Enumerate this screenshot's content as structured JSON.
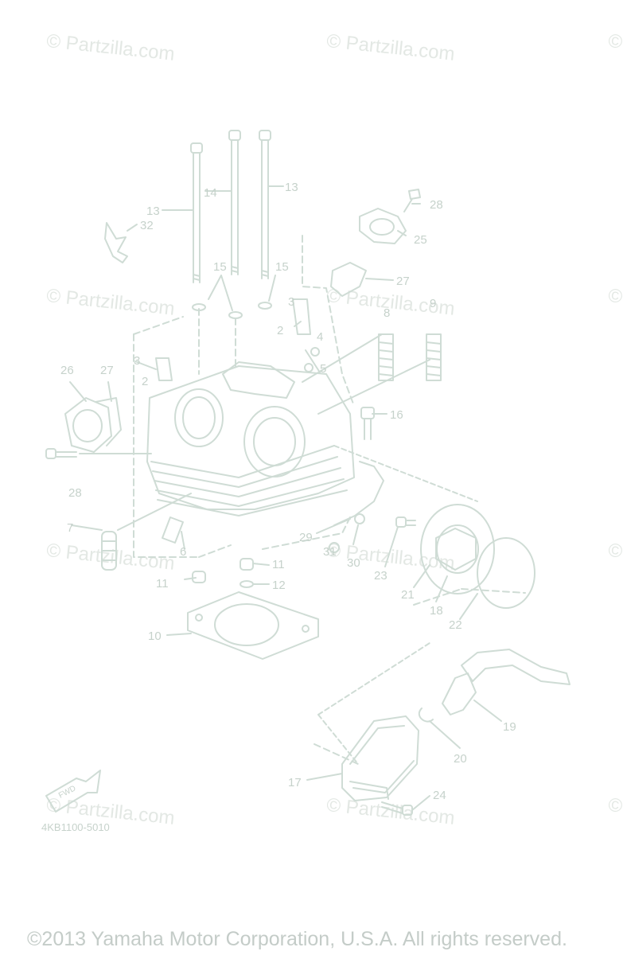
{
  "watermark": "© Partzilla.com",
  "watermark_icon": "©",
  "diagram_code": "4KB1100-5010",
  "fwd_label": "FWD",
  "copyright": "©2013 Yamaha Motor Corporation, U.S.A. All rights reserved.",
  "colors": {
    "line": "#cfdcd5",
    "text": "#c6d2cb",
    "watermark": "#e3e8e4"
  },
  "callouts": [
    "13",
    "14",
    "13",
    "32",
    "28",
    "25",
    "15",
    "15",
    "27",
    "3",
    "2",
    "4",
    "5",
    "8",
    "9",
    "3",
    "2",
    "26",
    "27",
    "16",
    "28",
    "7",
    "6",
    "29",
    "31",
    "30",
    "23",
    "21",
    "18",
    "22",
    "11",
    "11",
    "12",
    "10",
    "19",
    "20",
    "17",
    "24"
  ]
}
